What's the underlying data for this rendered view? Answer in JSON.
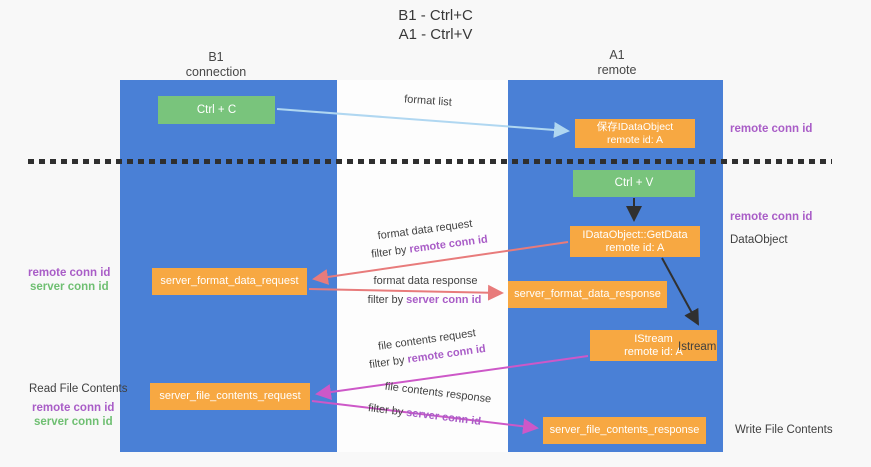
{
  "title": {
    "line1": "B1 - Ctrl+C",
    "line2": "A1 - Ctrl+V"
  },
  "lanes": {
    "left": {
      "header_line1": "B1",
      "header_line2": "connection"
    },
    "right": {
      "header_line1": "A1",
      "header_line2": "remote"
    }
  },
  "nodes": {
    "ctrl_c": "Ctrl + C",
    "ctrl_v": "Ctrl + V",
    "save_dataobject": {
      "line1": "保存IDataObject",
      "line2": "remote id: A"
    },
    "getdata": {
      "line1": "IDataObject::GetData",
      "line2": "remote id: A"
    },
    "istream": {
      "line1": "IStream",
      "line2": "remote id: A"
    },
    "server_format_data_request": "server_format_data_request",
    "server_format_data_response": "server_format_data_response",
    "server_file_contents_request": "server_file_contents_request",
    "server_file_contents_response": "server_file_contents_response"
  },
  "edge_labels": {
    "format_list": "format list",
    "format_data_request": "format data request",
    "format_data_response": "format data response",
    "file_contents_request": "file contents request",
    "file_contents_response": "file contents response",
    "filter_by": "filter by ",
    "remote_conn_id": "remote conn id",
    "server_conn_id": "server conn id"
  },
  "side_labels": {
    "remote_conn_id": "remote conn id",
    "server_conn_id": "server conn id",
    "dataobject": "DataObject",
    "istream": "Istream",
    "read_file_contents": "Read File Contents",
    "write_file_contents": "Write File Contents"
  },
  "colors": {
    "lane_blue": "#4a80d6",
    "node_green": "#79c47c",
    "node_orange": "#f7a842",
    "label_purple": "#a95dc7",
    "label_green": "#6fbf72",
    "arrow_light_blue": "#b0d7f1",
    "arrow_red": "#e87b7b",
    "arrow_magenta": "#cd58c8",
    "arrow_black": "#303030"
  }
}
